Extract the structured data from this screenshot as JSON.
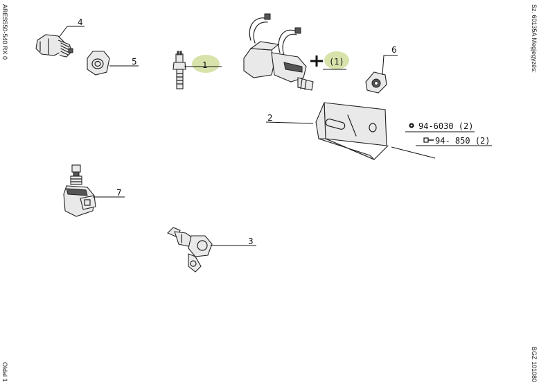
{
  "margin_text": {
    "left_top": "ARES550-540 RX 0",
    "left_bottom": "Oldal 1",
    "right_top": "Sz. 60135A  Megjegyzés:",
    "right_bottom": "BGZ 101080"
  },
  "callouts": {
    "c1": "1",
    "c1_paren": "(1)",
    "c2": "2",
    "c3": "3",
    "c4": "4",
    "c5": "5",
    "c6": "6",
    "c7": "7"
  },
  "references": {
    "ref1": "94-6030 (2)",
    "ref2": "94- 850 (2)"
  }
}
